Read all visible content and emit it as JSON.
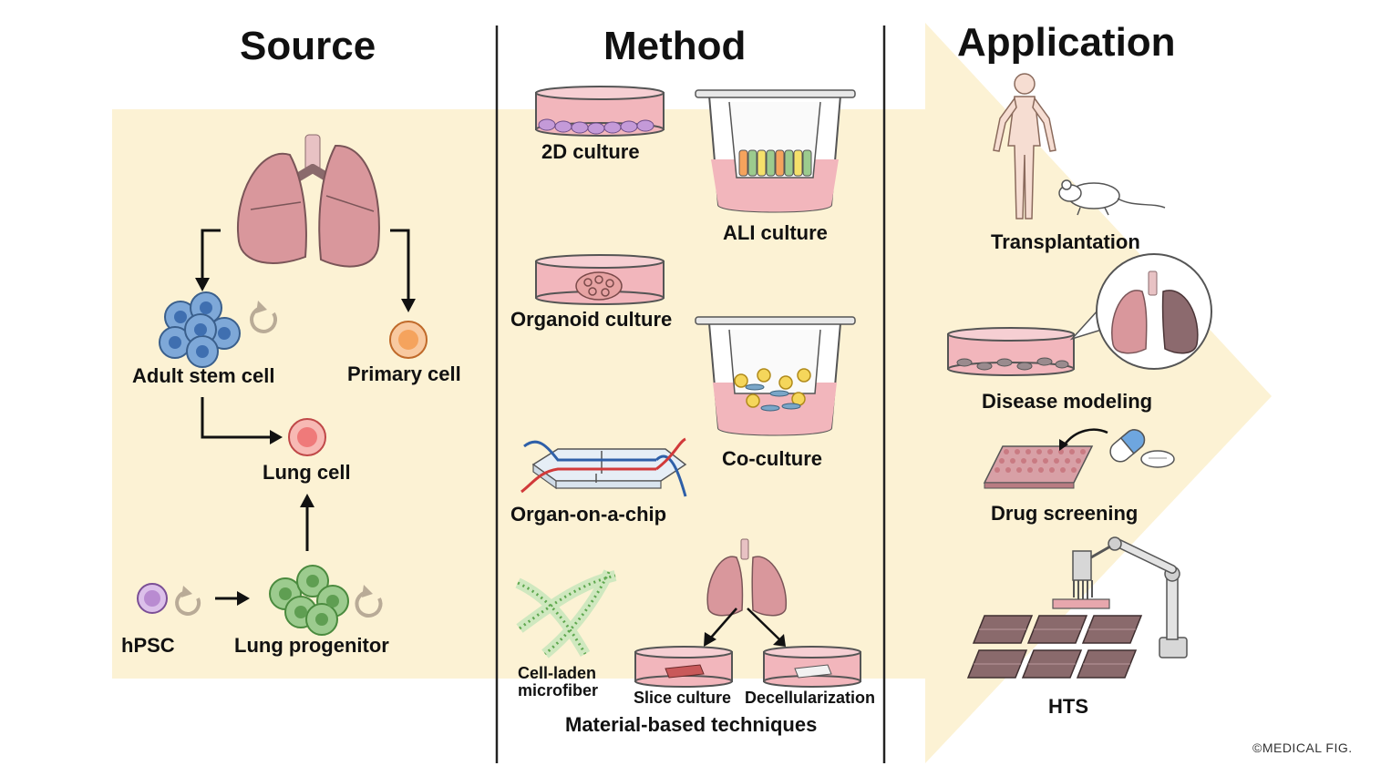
{
  "sections": {
    "source": "Source",
    "method": "Method",
    "application": "Application"
  },
  "source": {
    "adult_stem_cell": "Adult stem cell",
    "primary_cell": "Primary cell",
    "lung_cell": "Lung cell",
    "hpsc": "hPSC",
    "lung_progenitor": "Lung progenitor"
  },
  "method": {
    "culture_2d": "2D culture",
    "ali_culture": "ALI culture",
    "organoid_culture": "Organoid culture",
    "co_culture": "Co-culture",
    "organ_on_a_chip": "Organ-on-a-chip",
    "cell_laden_microfiber": [
      "Cell-laden",
      "microfiber"
    ],
    "slice_culture": "Slice culture",
    "decellularization": "Decellularization",
    "material_based": "Material-based techniques"
  },
  "application": {
    "transplantation": "Transplantation",
    "disease_modeling": "Disease modeling",
    "drug_screening": "Drug screening",
    "hts": "HTS"
  },
  "copyright": "©MEDICAL FIG.",
  "colors": {
    "background_band": "#fcf2d4",
    "lung": "#d9979c",
    "culture_medium": "#f2b6bc",
    "stem_cell": "#7ea8d8",
    "progenitor": "#9ccb8e",
    "primary_cell": "#f5a35d",
    "lung_cell": "#ef7a7a",
    "hpsc": "#b98bd1"
  }
}
